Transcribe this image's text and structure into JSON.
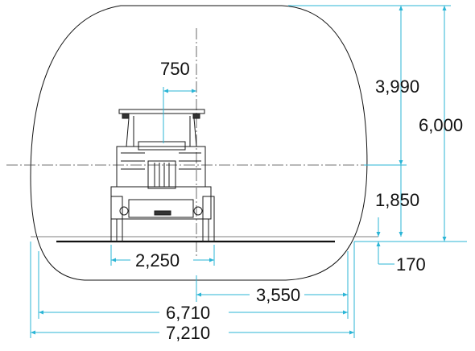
{
  "dimensions": {
    "machine_offset": "750",
    "height_upper": "3,990",
    "height_total": "6,000",
    "height_lower": "1,850",
    "floor_depth": "170",
    "machine_width": "2,250",
    "half_width": "3,550",
    "inner_width": "6,710",
    "outer_width": "7,210"
  },
  "colors": {
    "dimension_line": "#2bb5d6",
    "outline": "#111111"
  }
}
